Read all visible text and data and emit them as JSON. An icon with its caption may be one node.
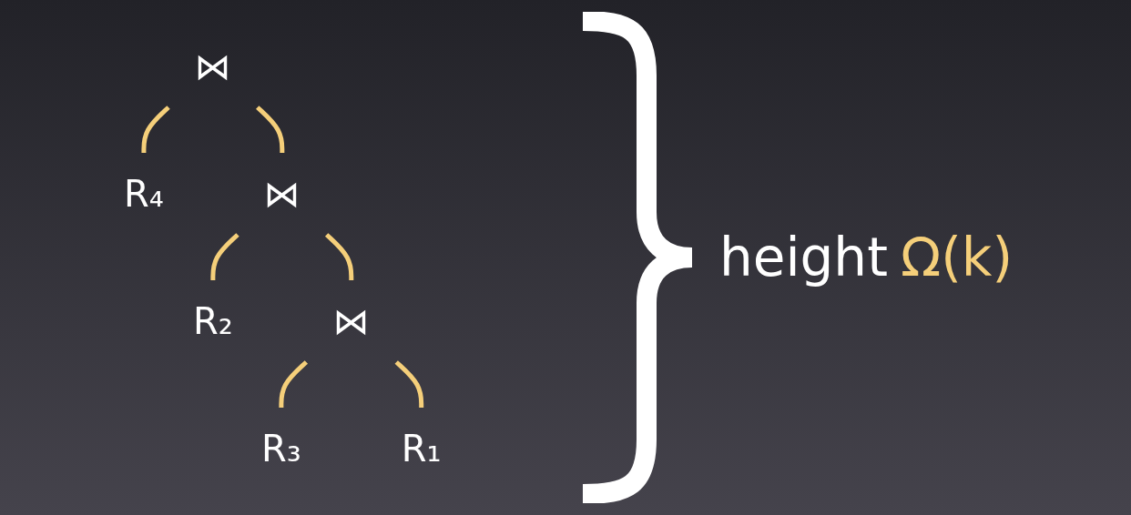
{
  "diagram": {
    "nodes": [
      {
        "text": [
          "⋈"
        ]
      },
      {
        "text": [
          "R₄"
        ]
      },
      {
        "text": [
          "⋈"
        ]
      },
      {
        "text": [
          "R₂"
        ]
      },
      {
        "text": [
          "⋈"
        ]
      },
      {
        "text": [
          "R₃"
        ]
      },
      {
        "text": [
          "R₁"
        ]
      }
    ],
    "edges": [
      {
        "from": 0,
        "to": 1,
        "arrow": "none"
      },
      {
        "from": 0,
        "to": 2,
        "arrow": "none"
      },
      {
        "from": 2,
        "to": 3,
        "arrow": "none"
      },
      {
        "from": 2,
        "to": 4,
        "arrow": "none"
      },
      {
        "from": 4,
        "to": 5,
        "arrow": "none"
      },
      {
        "from": 4,
        "to": 6,
        "arrow": "none"
      }
    ],
    "labels": [
      "height",
      "Ω(k)"
    ]
  }
}
